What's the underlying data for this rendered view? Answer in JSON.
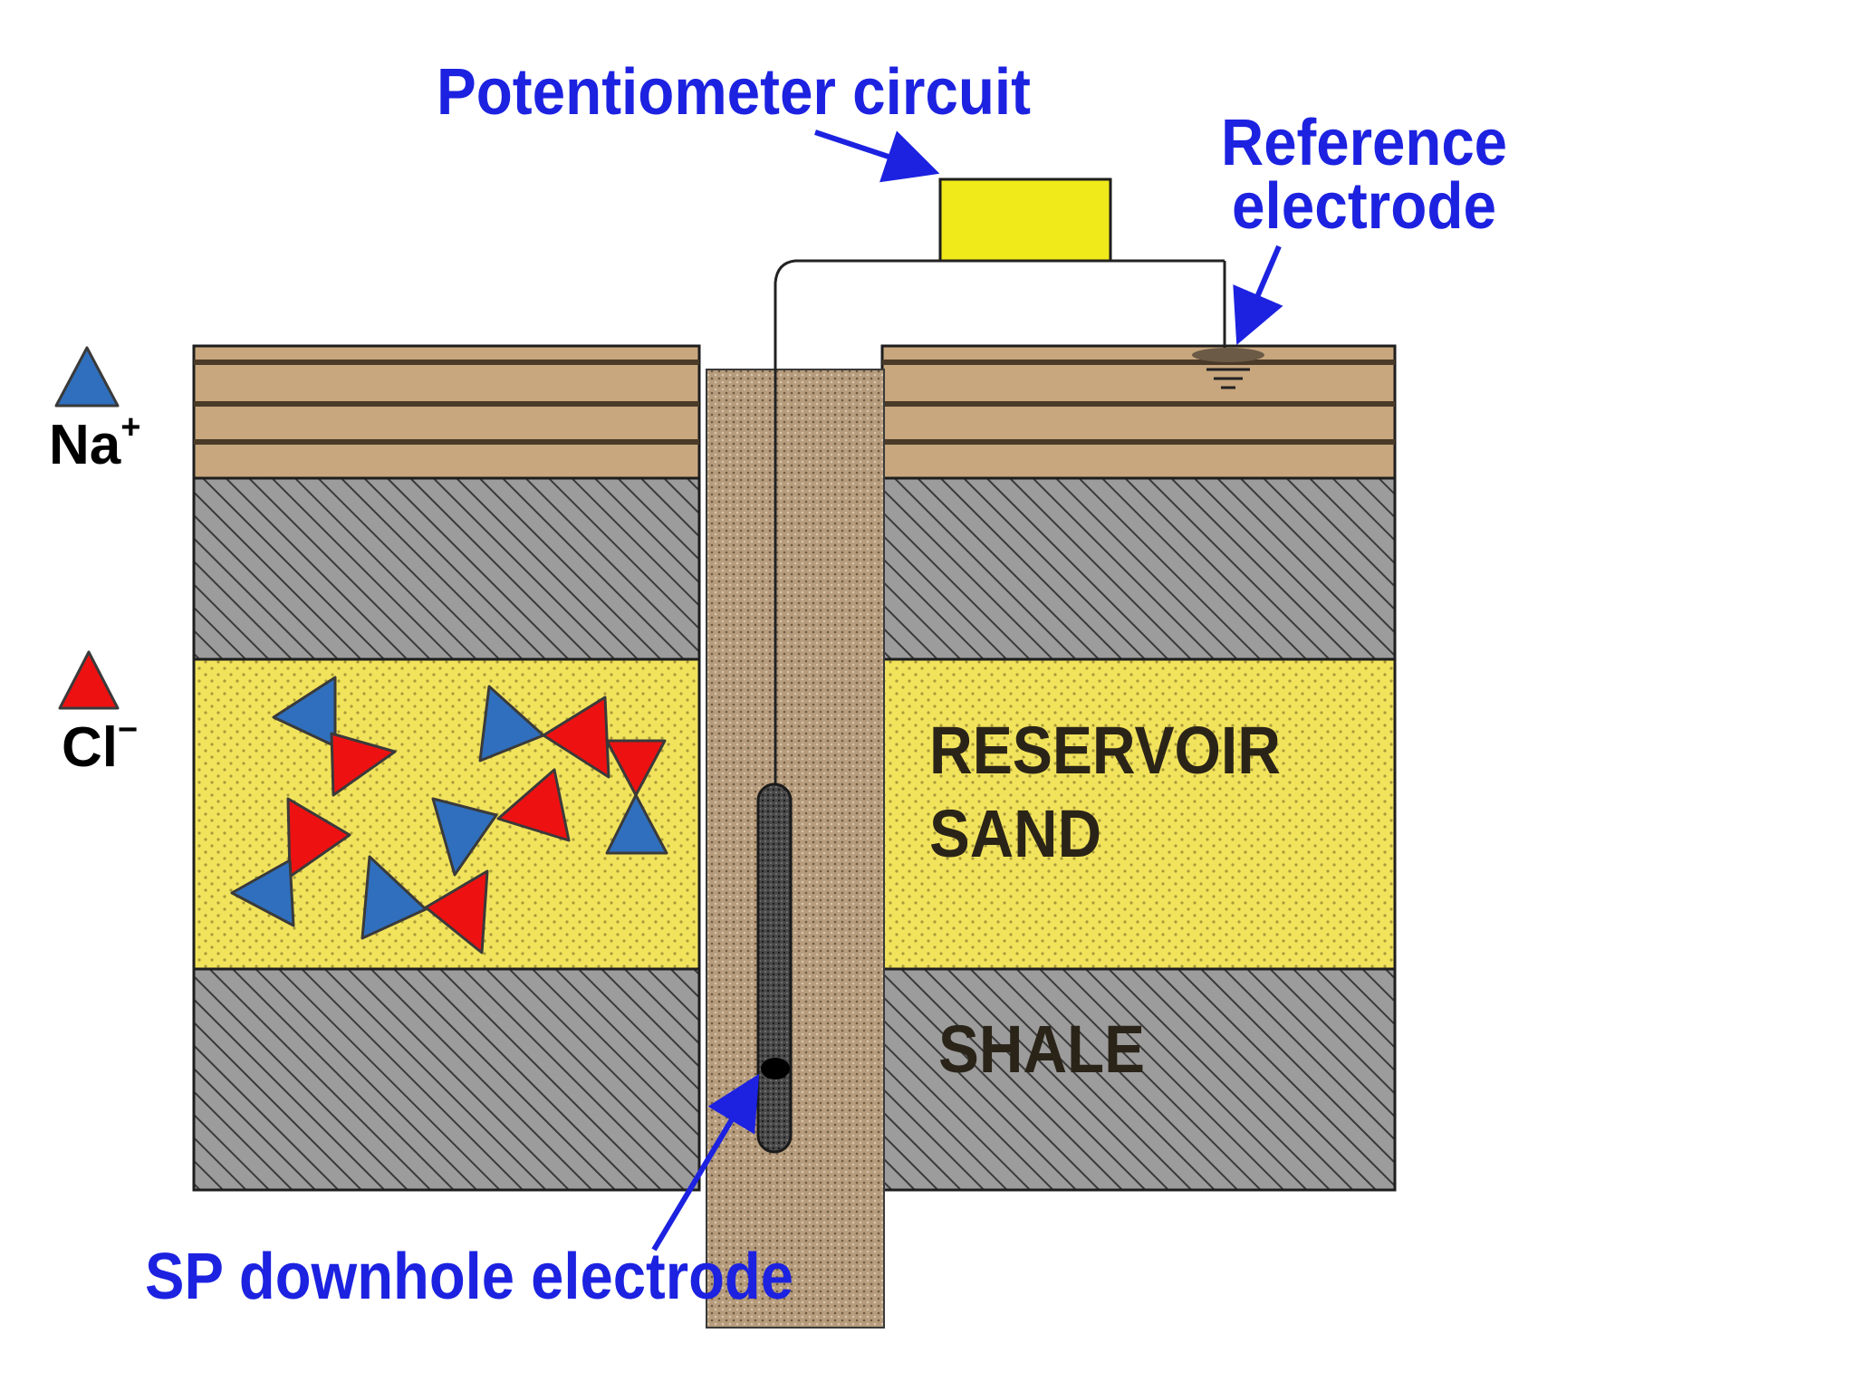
{
  "labels": {
    "potentiometer": "Potentiometer circuit",
    "reference_line1": "Reference",
    "reference_line2": "electrode",
    "sp_electrode": "SP downhole electrode",
    "reservoir_line1": "RESERVOIR",
    "reservoir_line2": "SAND",
    "shale": "SHALE"
  },
  "legend": {
    "na_symbol": "Na",
    "na_charge": "+",
    "cl_symbol": "Cl",
    "cl_charge": "−"
  },
  "colors": {
    "label_blue": "#1c22e0",
    "na_ion": "#2f6fbd",
    "cl_ion": "#ee1111",
    "reservoir_sand": "#f2e35c",
    "shale": "#9a9a9a",
    "topsoil": "#c8a77e",
    "borehole_mud": "#b69c7c",
    "potentiometer_box": "#f1ea1a"
  }
}
